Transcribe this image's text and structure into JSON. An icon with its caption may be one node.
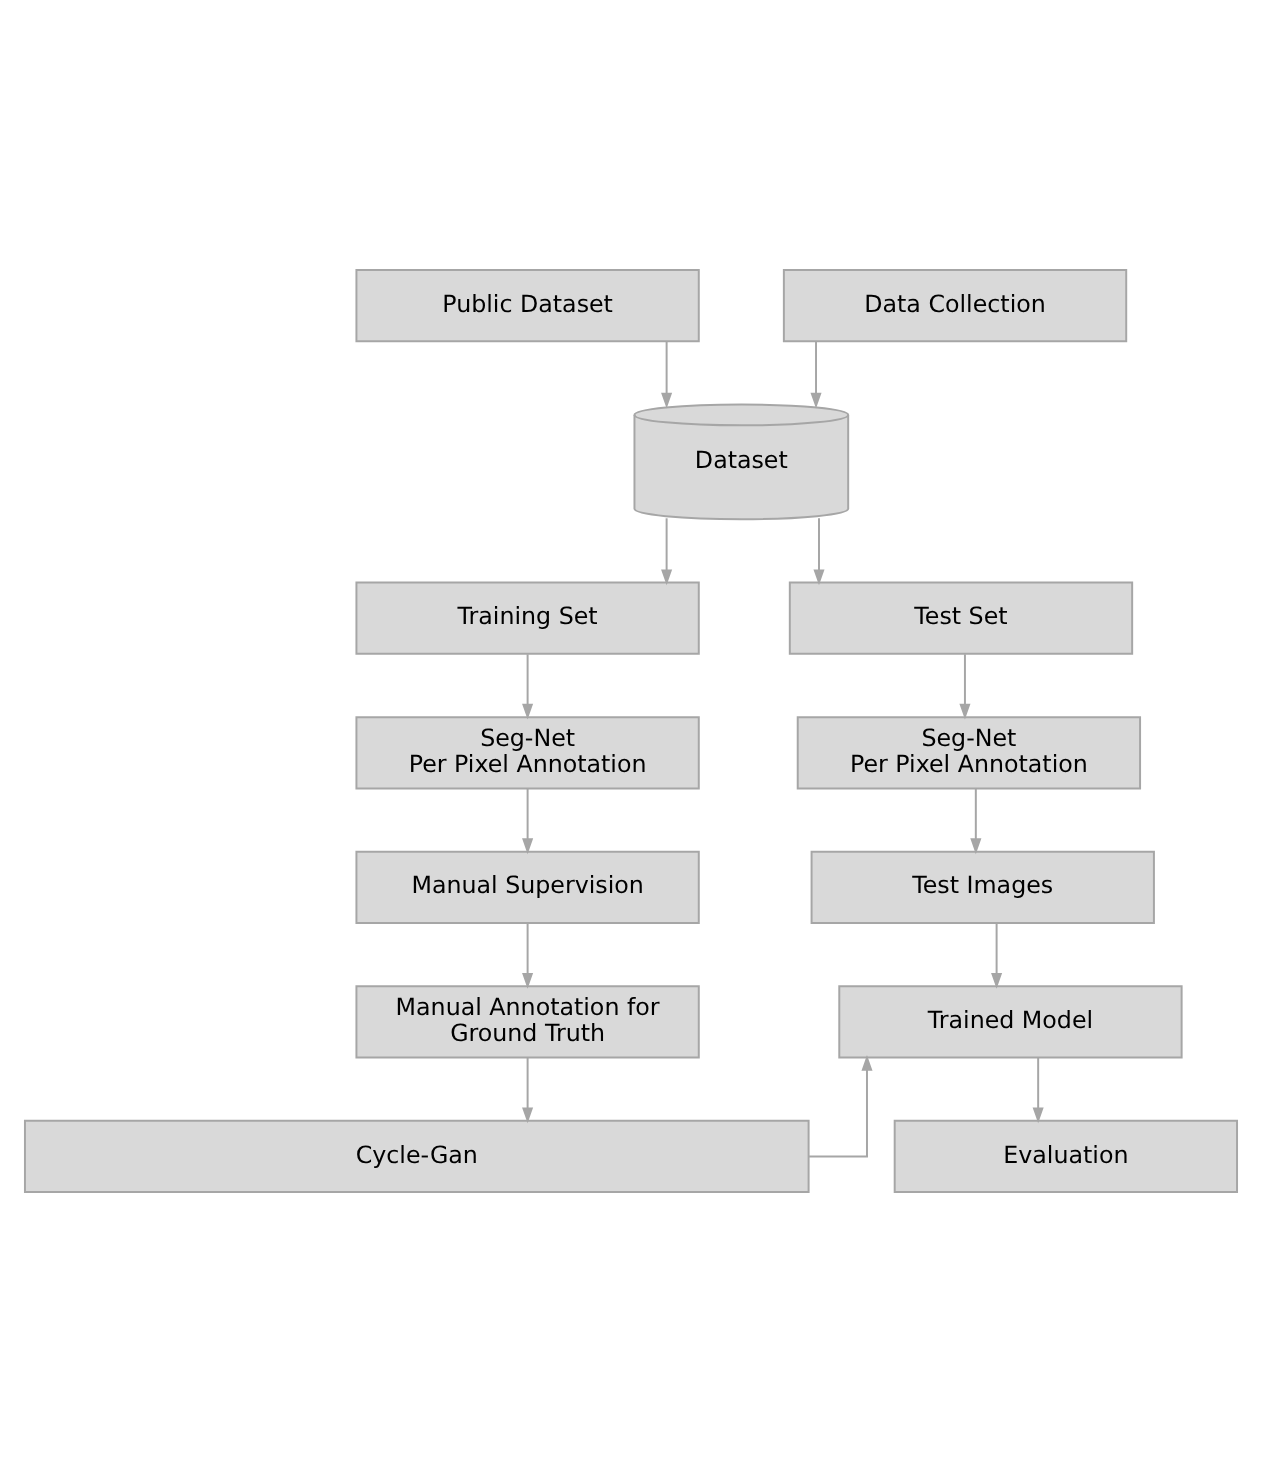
{
  "diagram": {
    "nodes": [
      {
        "text": [
          "Public Dataset"
        ]
      },
      {
        "text": [
          "Data Collection"
        ]
      },
      {
        "text": [
          "Dataset"
        ]
      },
      {
        "text": [
          "Training Set"
        ]
      },
      {
        "text": [
          "Test Set"
        ]
      },
      {
        "text": [
          "Seg-Net Per Pixel Annotation"
        ]
      },
      {
        "text": [
          "Seg-Net Per Pixel Annotation"
        ]
      },
      {
        "text": [
          "Manual Supervision"
        ]
      },
      {
        "text": [
          "Test Images"
        ]
      },
      {
        "text": [
          "Manual Annotation for Ground Truth"
        ]
      },
      {
        "text": [
          "Trained Model"
        ]
      },
      {
        "text": [
          "Evaluation"
        ]
      },
      {
        "text": [
          "Cycle-Gan"
        ]
      }
    ],
    "edges": [
      {
        "from": 0,
        "to": 2,
        "arrow": "to"
      },
      {
        "from": 1,
        "to": 2,
        "arrow": "to"
      },
      {
        "from": 2,
        "to": 3,
        "arrow": "to"
      },
      {
        "from": 2,
        "to": 4,
        "arrow": "to"
      },
      {
        "from": 3,
        "to": 5,
        "arrow": "to"
      },
      {
        "from": 4,
        "to": 6,
        "arrow": "to"
      },
      {
        "from": 5,
        "to": 7,
        "arrow": "to"
      },
      {
        "from": 6,
        "to": 8,
        "arrow": "to"
      },
      {
        "from": 7,
        "to": 9,
        "arrow": "to"
      },
      {
        "from": 8,
        "to": 10,
        "arrow": "to"
      },
      {
        "from": 9,
        "to": 12,
        "arrow": "to"
      },
      {
        "from": 12,
        "to": 10,
        "arrow": "to"
      },
      {
        "from": 10,
        "to": 11,
        "arrow": "to"
      }
    ]
  }
}
